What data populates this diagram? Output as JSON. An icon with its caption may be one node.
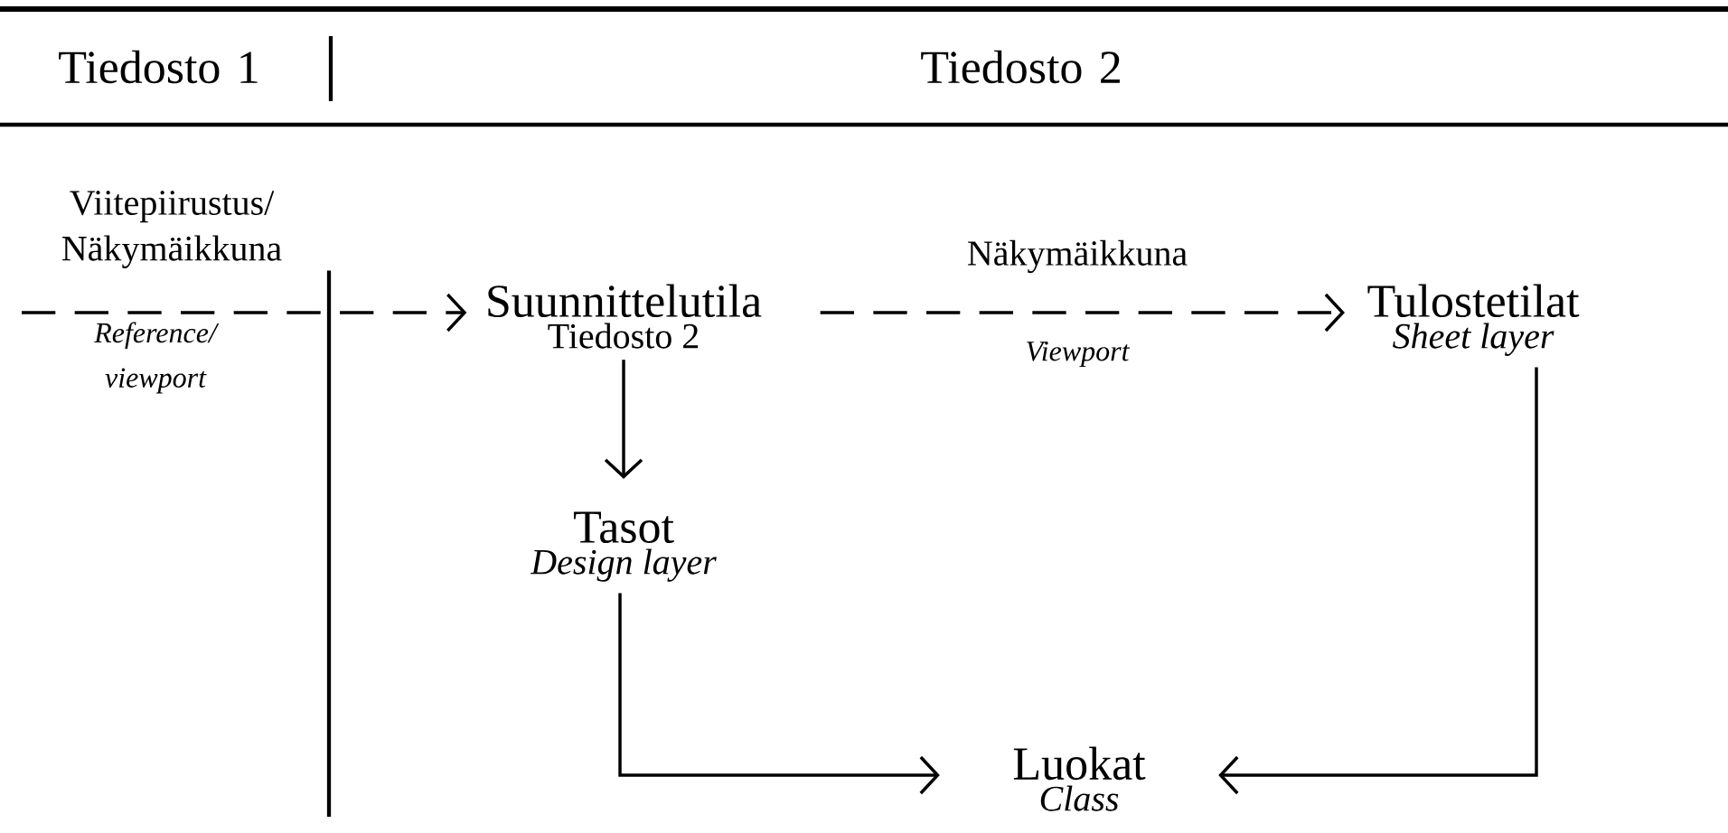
{
  "diagram": {
    "nodes": [
      {
        "text": [
          "Suunnittelutila",
          "Tiedosto 2"
        ]
      },
      {
        "text": [
          "Tulostetilat",
          "Sheet layer"
        ]
      },
      {
        "text": [
          "Tasot",
          "Design layer"
        ]
      },
      {
        "text": [
          "Luokat",
          "Class"
        ]
      }
    ],
    "edges": [
      {
        "from": null,
        "to": 0,
        "arrow": "to",
        "style": "dashed",
        "label": "Viitepiirustus/ Näkymäikkuna"
      },
      {
        "from": 0,
        "to": 1,
        "arrow": "to",
        "style": "dashed",
        "label": "Näkymäikkuna"
      },
      {
        "from": 0,
        "to": 2,
        "arrow": "to"
      },
      {
        "from": 2,
        "to": 3,
        "arrow": "to"
      },
      {
        "from": 1,
        "to": 3,
        "arrow": "to"
      }
    ],
    "labels": [
      "Tiedosto 1",
      "Tiedosto 2",
      "Reference/ viewport",
      "Viewport"
    ]
  }
}
